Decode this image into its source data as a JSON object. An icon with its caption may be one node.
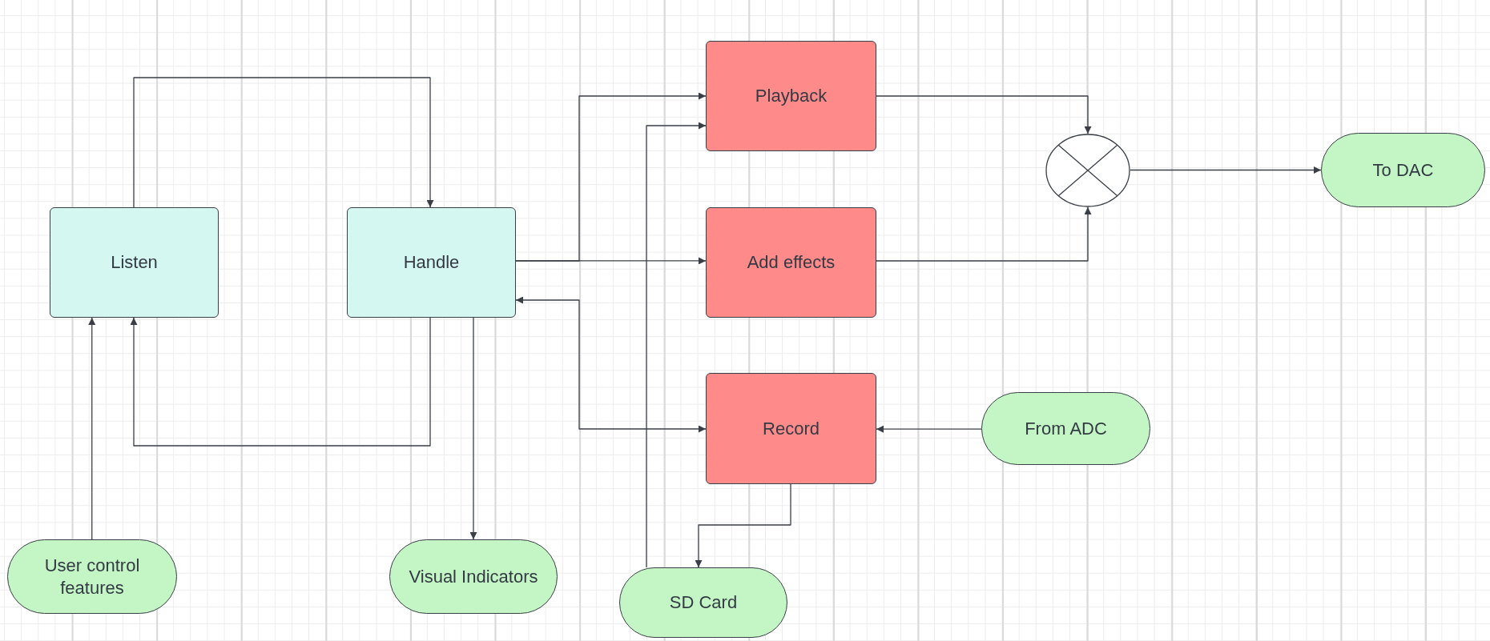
{
  "diagram": {
    "nodes": [
      {
        "text": [
          "Listen"
        ]
      },
      {
        "text": [
          "Handle"
        ]
      },
      {
        "text": [
          "Playback"
        ]
      },
      {
        "text": [
          "Add effects"
        ]
      },
      {
        "text": [
          "Record"
        ]
      },
      {
        "text": [],
        "shape": "circle"
      },
      {
        "text": [
          "To DAC"
        ]
      },
      {
        "text": [
          "From ADC"
        ]
      },
      {
        "text": [
          "User control features"
        ]
      },
      {
        "text": [
          "Visual Indicators"
        ]
      },
      {
        "text": [
          "SD Card"
        ]
      }
    ],
    "edges": [
      {
        "from": 0,
        "to": 1,
        "arrow": "to"
      },
      {
        "from": 1,
        "to": 0,
        "arrow": "to"
      },
      {
        "from": 8,
        "to": 0,
        "arrow": "to"
      },
      {
        "from": 1,
        "to": 9,
        "arrow": "to"
      },
      {
        "from": 1,
        "to": 2,
        "arrow": "to"
      },
      {
        "from": 1,
        "to": 3,
        "arrow": "to"
      },
      {
        "from": 1,
        "to": 4,
        "arrow": "both"
      },
      {
        "from": 10,
        "to": 2,
        "arrow": "to"
      },
      {
        "from": 4,
        "to": 10,
        "arrow": "to"
      },
      {
        "from": 7,
        "to": 4,
        "arrow": "to"
      },
      {
        "from": 2,
        "to": 5,
        "arrow": "to"
      },
      {
        "from": 3,
        "to": 5,
        "arrow": "to"
      },
      {
        "from": 5,
        "to": 6,
        "arrow": "to"
      }
    ]
  }
}
